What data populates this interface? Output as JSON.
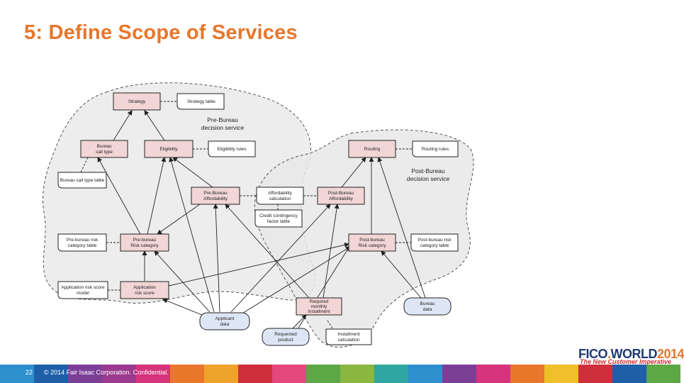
{
  "slide": {
    "title": "5: Define Scope of Services",
    "page_number": "22",
    "copyright": "© 2014 Fair Isaac Corporation. Confidential.",
    "brand": {
      "name_a": "FICO",
      "dot": ".",
      "name_b": "WORLD",
      "year": "2014",
      "tagline": "The New Customer Imperative"
    },
    "colors": {
      "title": "#e8762b",
      "decision_fill": "#f2d5d6",
      "data_fill": "#dde6f4",
      "region_fill": "#eeeeee"
    }
  },
  "diagram": {
    "regions": [
      {
        "id": "pre",
        "label_lines": [
          "Pre-Bureau",
          "decision service"
        ]
      },
      {
        "id": "post",
        "label_lines": [
          "Post-Bureau",
          "decision service"
        ]
      }
    ],
    "decisions": [
      {
        "id": "strategy",
        "lines": [
          "Strategy"
        ]
      },
      {
        "id": "bureau_call",
        "lines": [
          "Bureau",
          "call type"
        ]
      },
      {
        "id": "eligibility",
        "lines": [
          "Eligibility"
        ]
      },
      {
        "id": "routing",
        "lines": [
          "Routing"
        ]
      },
      {
        "id": "pre_afford",
        "lines": [
          "Pre-Bureau",
          "Affordability"
        ]
      },
      {
        "id": "post_afford",
        "lines": [
          "Post-Bureau",
          "Affordability"
        ]
      },
      {
        "id": "pre_risk",
        "lines": [
          "Pre-bureau",
          "Risk category"
        ]
      },
      {
        "id": "post_risk",
        "lines": [
          "Post-bureau",
          "Risk category"
        ]
      },
      {
        "id": "app_risk",
        "lines": [
          "Application",
          "risk score"
        ]
      },
      {
        "id": "req_install",
        "lines": [
          "Required",
          "monthly",
          "installment"
        ]
      }
    ],
    "knowledge": [
      {
        "id": "k_strategy",
        "lines": [
          "Strategy table"
        ]
      },
      {
        "id": "k_elig",
        "lines": [
          "Eligibility rules"
        ]
      },
      {
        "id": "k_bureau_call",
        "lines": [
          "Bureau call type table"
        ]
      },
      {
        "id": "k_routing",
        "lines": [
          "Routing rules"
        ]
      },
      {
        "id": "k_afford",
        "lines": [
          "Affordability",
          "calculation"
        ]
      },
      {
        "id": "k_credit",
        "lines": [
          "Credit contingency",
          "factor table"
        ]
      },
      {
        "id": "k_pre_risk_table",
        "lines": [
          "Pre-bureau risk",
          "category table"
        ]
      },
      {
        "id": "k_post_risk_table",
        "lines": [
          "Post-bureau risk",
          "category table"
        ]
      },
      {
        "id": "k_app_model",
        "lines": [
          "Application risk score",
          "model"
        ]
      },
      {
        "id": "k_install_calc",
        "lines": [
          "Installment",
          "calculation"
        ]
      }
    ],
    "inputs": [
      {
        "id": "applicant",
        "lines": [
          "Applicant",
          "data"
        ]
      },
      {
        "id": "requested",
        "lines": [
          "Requested",
          "product"
        ]
      },
      {
        "id": "bureau_data",
        "lines": [
          "Bureau",
          "data"
        ]
      }
    ]
  }
}
